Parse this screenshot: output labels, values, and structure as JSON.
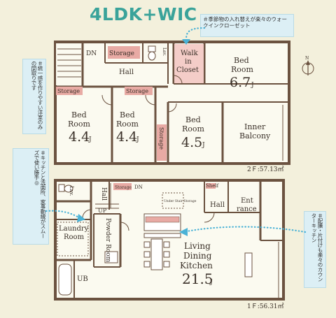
{
  "title": "4LDK+WIC",
  "notes": {
    "wic": "＃季節物の入れ替えが楽々のウォークインクローゼット",
    "western": "＃統一感を作りやすい洋室のみの間取りです",
    "kitchen_laundry": "＃キッチンと洗面所、家事動線がスムーズで使い勝手◎",
    "counter": "＃配膳・片付けも楽々のカウンターキッチン"
  },
  "floor2": {
    "area_label": "2Ｆ:57.13㎡",
    "rooms": {
      "dn": "DN",
      "storage_top": "Storage",
      "lav": "Lav.",
      "hall": "Hall",
      "wic_line1": "Walk",
      "wic_line2": "in",
      "wic_line3": "Closet",
      "bed1_line1": "Bed",
      "bed1_line2": "Room",
      "bed1_size": "6.7",
      "storage_l": "Storage",
      "storage_m": "Storage",
      "bed2_line1": "Bed",
      "bed2_line2": "Room",
      "bed2_size": "4.4",
      "bed3_line1": "Bed",
      "bed3_line2": "Room",
      "bed3_size": "4.4",
      "bed4_line1": "Bed",
      "bed4_line2": "Room",
      "bed4_size": "4.5",
      "storage_v": "Storage",
      "inner_line1": "Inner",
      "inner_line2": "Balcony",
      "unit": "J"
    }
  },
  "floor1": {
    "area_label": "1Ｆ:56.31㎡",
    "rooms": {
      "lav": "Lav.",
      "hall_v": "Hall",
      "storage_small": "Storage",
      "dn": "DN",
      "up": "UP",
      "laundry_line1": "Laundry",
      "laundry_line2": "Room",
      "powder_v": "Powder Room",
      "ub": "UB",
      "under_stair": "Under Stair Storage",
      "shelf": "Shelf",
      "hall": "Hall",
      "ent_line1": "Ent",
      "ent_line2": "rance",
      "ldk_line1": "Living",
      "ldk_line2": "Dining",
      "ldk_line3": "Kitchen",
      "ldk_size": "21.5",
      "unit": "J"
    }
  },
  "compass": "N",
  "colors": {
    "wall": "#6b5240",
    "floor": "#fbfaf0",
    "label_bg": "#e8aaa4",
    "wic_bg": "#f4cdc8",
    "accent": "#3aa39a",
    "dots": "#4bb2d6"
  }
}
